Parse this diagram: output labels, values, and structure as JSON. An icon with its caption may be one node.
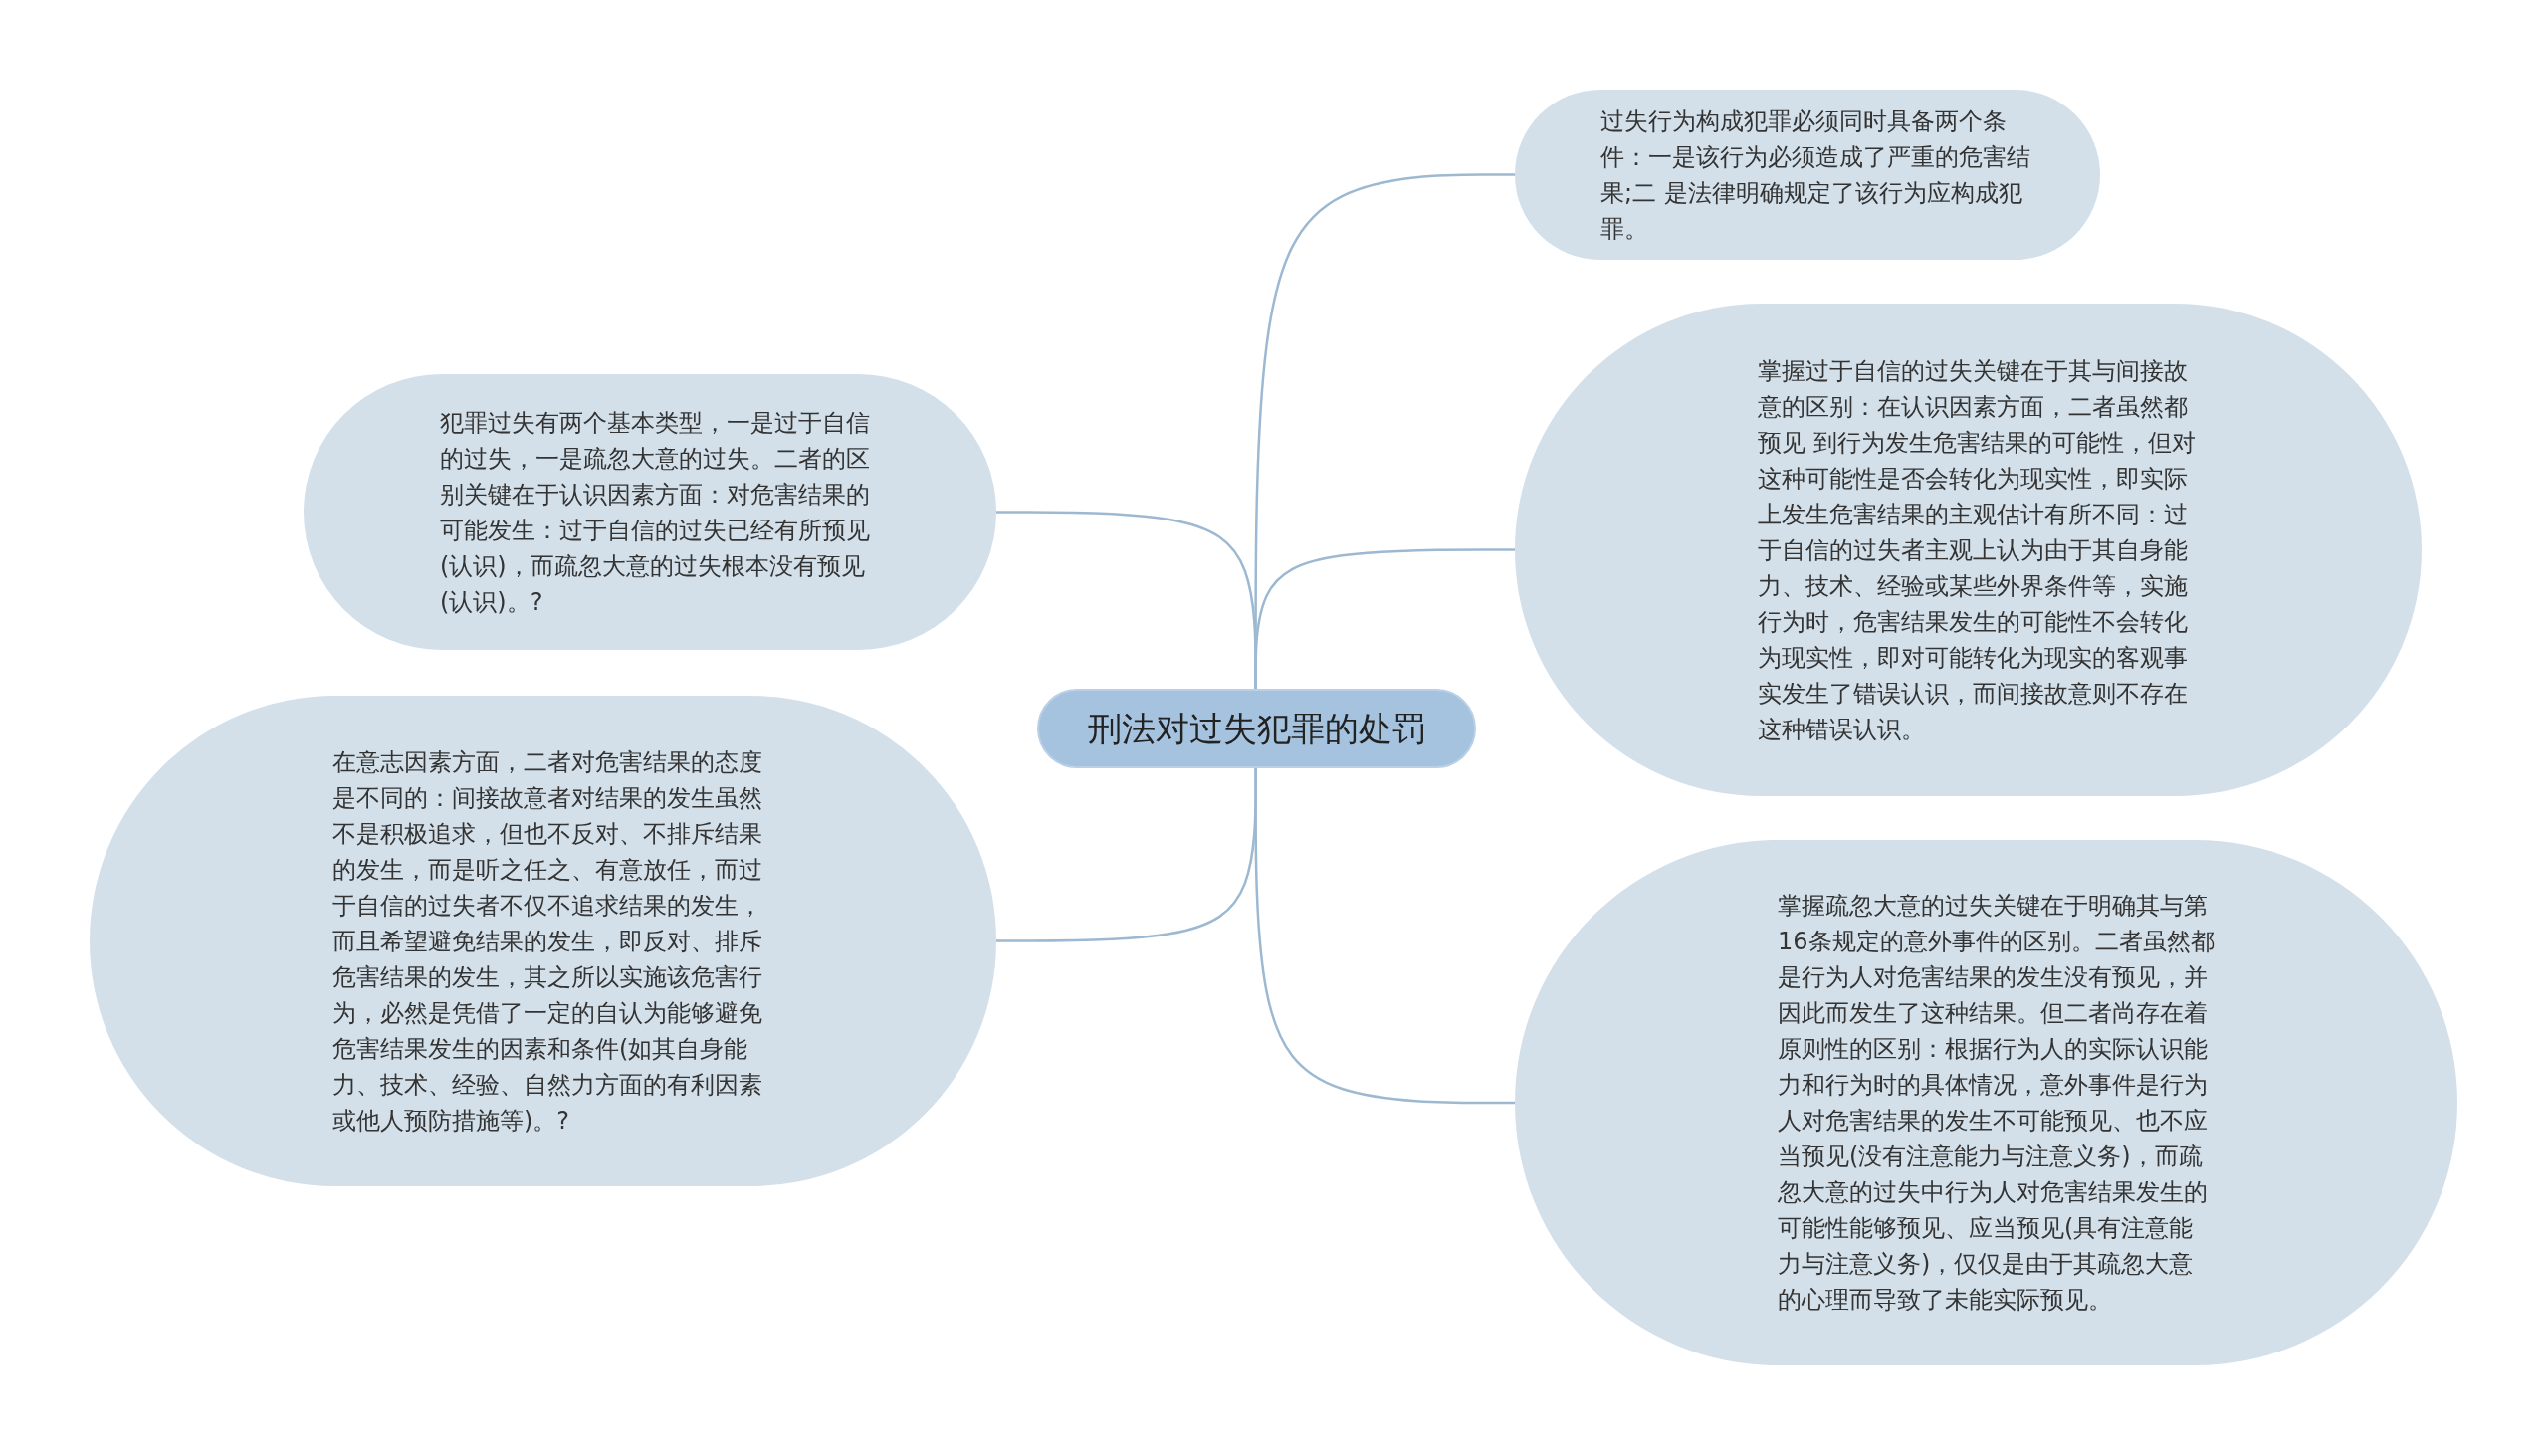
{
  "diagram": {
    "nodes": [
      {
        "text": [
          "刑法对过失犯罪的处罚"
        ]
      },
      {
        "text": [
          "过失行为构成犯罪必须同时具备两个条件：一是该行为必须造成了严重的危害结果;二 是法律明确规定了该行为应构成犯罪。"
        ]
      },
      {
        "text": [
          "掌握过于自信的过失关键在于其与间接故意的区别：在认识因素方面，二者虽然都预见 到行为发生危害结果的可能性，但对这种可能性是否会转化为现实性，即实际上发生危害结果的主观估计有所不同：过于自信的过失者主观上认为由于其自身能力、技术、经验或某些外界条件等，实施行为时，危害结果发生的可能性不会转化为现实性，即对可能转化为现实的客观事实发生了错误认识，而间接故意则不存在这种错误认识。"
        ]
      },
      {
        "text": [
          "掌握疏忽大意的过失关键在于明确其与第16条规定的意外事件的区别。二者虽然都是行为人对危害结果的发生没有预见，并因此而发生了这种结果。但二者尚存在着原则性的区别：根据行为人的实际认识能力和行为时的具体情况，意外事件是行为人对危害结果的发生不可能预见、也不应当预见(没有注意能力与注意义务)，而疏忽大意的过失中行为人对危害结果发生的可能性能够预见、应当预见(具有注意能力与注意义务)，仅仅是由于其疏忽大意的心理而导致了未能实际预见。"
        ]
      },
      {
        "text": [
          "犯罪过失有两个基本类型，一是过于自信的过失，一是疏忽大意的过失。二者的区别关键在于认识因素方面：对危害结果的可能发生：过于自信的过失已经有所预见(认识)，而疏忽大意的过失根本没有预见(认识)。?"
        ]
      },
      {
        "text": [
          "在意志因素方面，二者对危害结果的态度是不同的：间接故意者对结果的发生虽然不是积极追求，但也不反对、不排斥结果的发生，而是听之任之、有意放任，而过于自信的过失者不仅不追求结果的发生，而且希望避免结果的发生，即反对、排斥危害结果的发生，其之所以实施该危害行为，必然是凭借了一定的自认为能够避免危害结果发生的因素和条件(如其自身能力、技术、经验、自然力方面的有利因素或他人预防措施等)。?"
        ]
      }
    ],
    "edges": [
      {
        "from": 0,
        "to": 1,
        "arrow": "none"
      },
      {
        "from": 0,
        "to": 2,
        "arrow": "none"
      },
      {
        "from": 0,
        "to": 3,
        "arrow": "none"
      },
      {
        "from": 0,
        "to": 4,
        "arrow": "none"
      },
      {
        "from": 0,
        "to": 5,
        "arrow": "none"
      }
    ]
  }
}
